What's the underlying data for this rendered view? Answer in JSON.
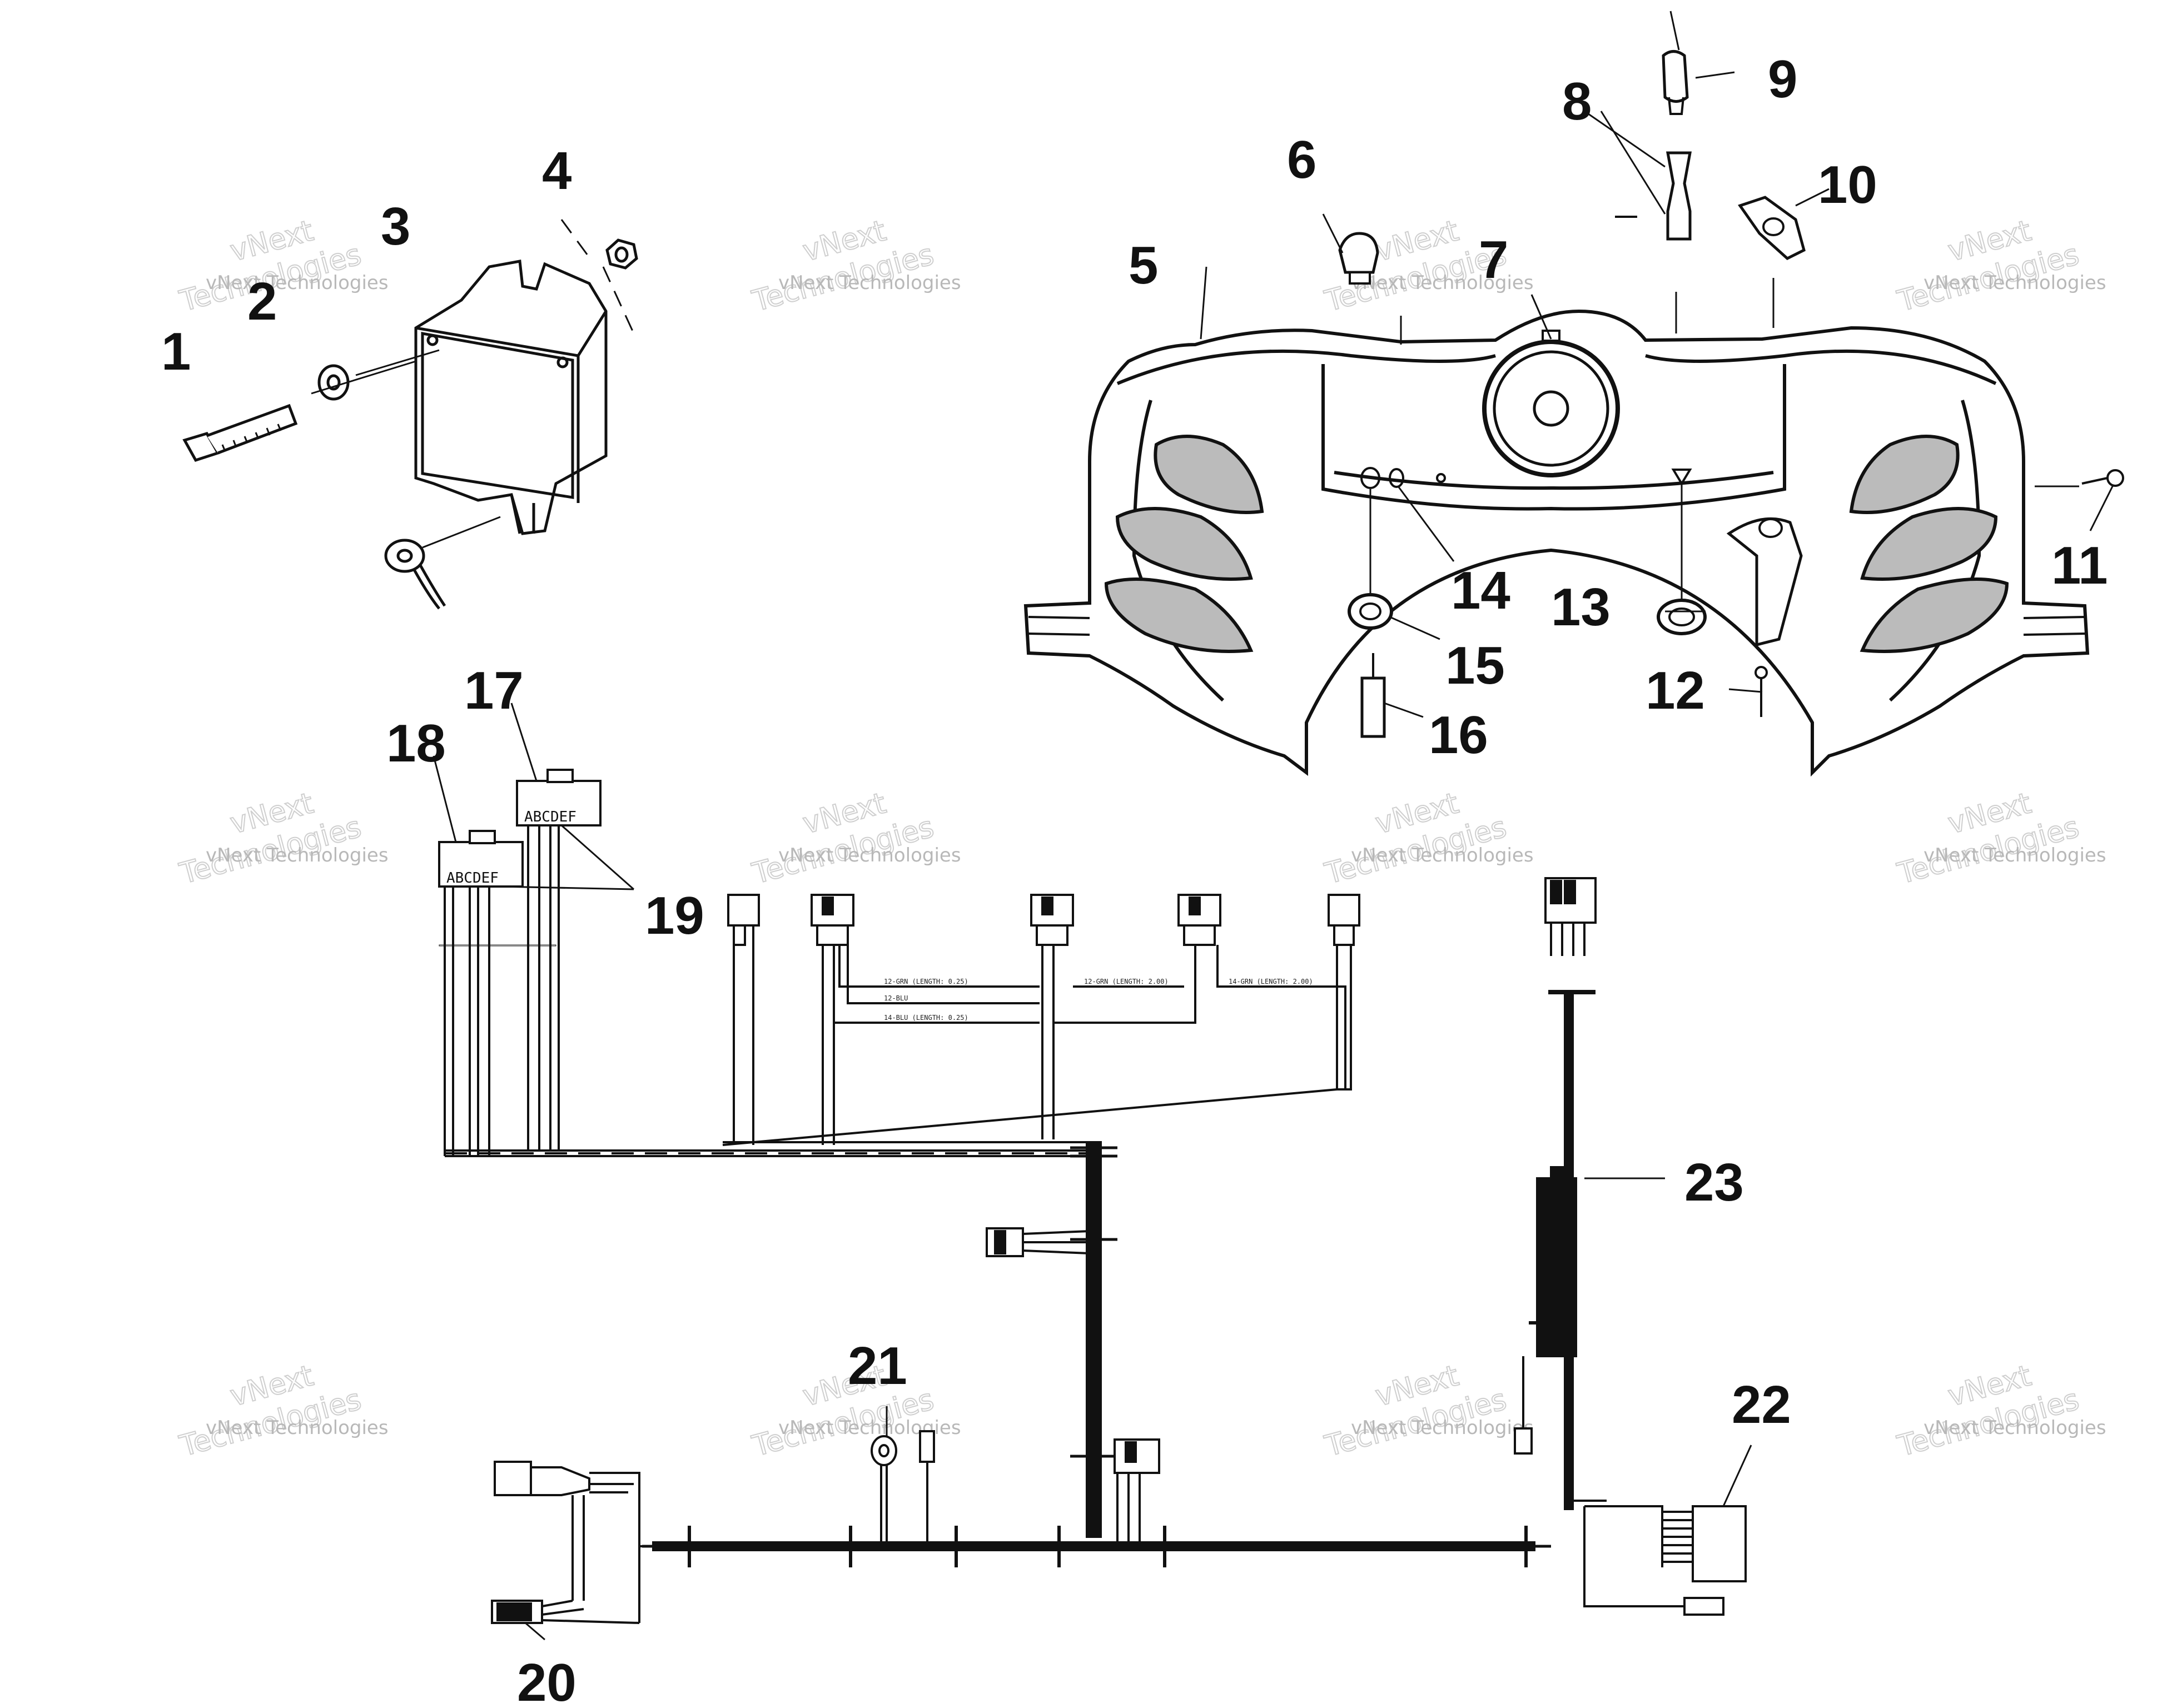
{
  "callouts": [
    {
      "id": "1",
      "label": "1"
    },
    {
      "id": "2",
      "label": "2"
    },
    {
      "id": "3",
      "label": "3"
    },
    {
      "id": "4",
      "label": "4"
    },
    {
      "id": "5",
      "label": "5"
    },
    {
      "id": "6",
      "label": "6"
    },
    {
      "id": "7",
      "label": "7"
    },
    {
      "id": "8",
      "label": "8"
    },
    {
      "id": "9",
      "label": "9"
    },
    {
      "id": "10",
      "label": "10"
    },
    {
      "id": "11",
      "label": "11"
    },
    {
      "id": "12",
      "label": "12"
    },
    {
      "id": "13",
      "label": "13"
    },
    {
      "id": "14",
      "label": "14"
    },
    {
      "id": "15",
      "label": "15"
    },
    {
      "id": "16",
      "label": "16"
    },
    {
      "id": "17",
      "label": "17"
    },
    {
      "id": "18",
      "label": "18"
    },
    {
      "id": "19",
      "label": "19"
    },
    {
      "id": "20",
      "label": "20"
    },
    {
      "id": "21",
      "label": "21"
    },
    {
      "id": "22",
      "label": "22"
    },
    {
      "id": "23",
      "label": "23"
    }
  ],
  "connector_pins": {
    "connector_17": "ABCDEF",
    "connector_18": "ABCDEF"
  },
  "watermark": {
    "line1": "vNext Technologies",
    "line2": "vNext",
    "line3": "Technologies"
  },
  "colors": {
    "line": "#111111",
    "watermark": "#b8b8b8"
  }
}
